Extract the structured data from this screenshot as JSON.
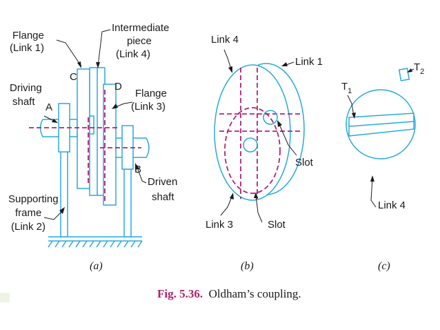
{
  "figure": {
    "caption": {
      "number": "Fig. 5.36.",
      "title": "Oldham’s coupling."
    },
    "panel_a": {
      "sublabel": "(a)",
      "flange1": [
        "Flange",
        "(Link 1)"
      ],
      "intermediate": [
        "Intermediate",
        "piece",
        "(Link 4)"
      ],
      "driving_shaft": [
        "Driving",
        "shaft"
      ],
      "point_a": "A",
      "point_b": "B",
      "point_c": "C",
      "point_d": "D",
      "flange3": [
        "Flange",
        "(Link 3)"
      ],
      "driven_shaft": [
        "Driven",
        "shaft"
      ],
      "supporting_frame": [
        "Supporting",
        "frame",
        "(Link 2)"
      ]
    },
    "panel_b": {
      "sublabel": "(b)",
      "link4": "Link 4",
      "link1": "Link 1",
      "slot_right": "Slot",
      "link3": "Link 3",
      "slot_bottom": "Slot"
    },
    "panel_c": {
      "sublabel": "(c)",
      "t1": "T",
      "t1_sub": "1",
      "t2": "T",
      "t2_sub": "2",
      "link4": "Link 4"
    }
  },
  "colors": {
    "line": "#28a8d8",
    "dash": "#b0207a",
    "caption_accent": "#b0206a"
  }
}
